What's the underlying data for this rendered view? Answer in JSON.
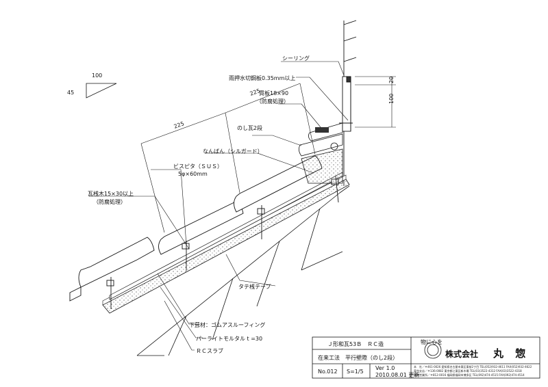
{
  "slope": {
    "run": "100",
    "rise": "45"
  },
  "dimensions": {
    "top_right_20": "20",
    "top_right_100": "100",
    "pitch_1": "225",
    "pitch_2": "225"
  },
  "labels": {
    "sealing": "シーリング",
    "flashing": "雨押水切鋼板0.35mm以上",
    "nuki": "貫板18×90",
    "nuki_sub": "（防腐処理）",
    "noshi": "のし瓦2段",
    "nanban": "なんばん（シルガード）",
    "screw": "ビスピタ（ＳＵＳ）",
    "screw_sub": "5φ×60mm",
    "batten": "瓦桟木15×30以上",
    "batten_sub": "（防腐処理）",
    "counter_batten": "タテ桟テープ",
    "underlay": "下葺材：ゴムアスルーフィング",
    "mortar": "パーライトモルタル t =30",
    "slab": "ＲＣスラブ"
  },
  "title_block": {
    "title_1": "Ｊ形和瓦53Ｂ　ＲＣ造",
    "title_2": "在来工法　平行壁際（のし2段）",
    "drawing_no": "No.012",
    "scale": "S=1/5",
    "version": "Ver 1.0",
    "date": "2010.08.01 更新",
    "motto": "物に心を",
    "company_prefix": "株式会社",
    "company_name": "丸 惣",
    "address_lines": [
      "本　社／〒461-0026 愛知県名古屋市東区東桜2丁目 TEL(052)932-4611 FAX(052)932-4622",
      "東京支店／〒136-0082 東京都江東区新木場 TEL(03)3522-4312 FAX(03)3522-4318",
      "福岡営業所／〒812-0016 福岡県福岡市博多区 TEL(092)474-4515 FAX(092)474-4514"
    ]
  }
}
